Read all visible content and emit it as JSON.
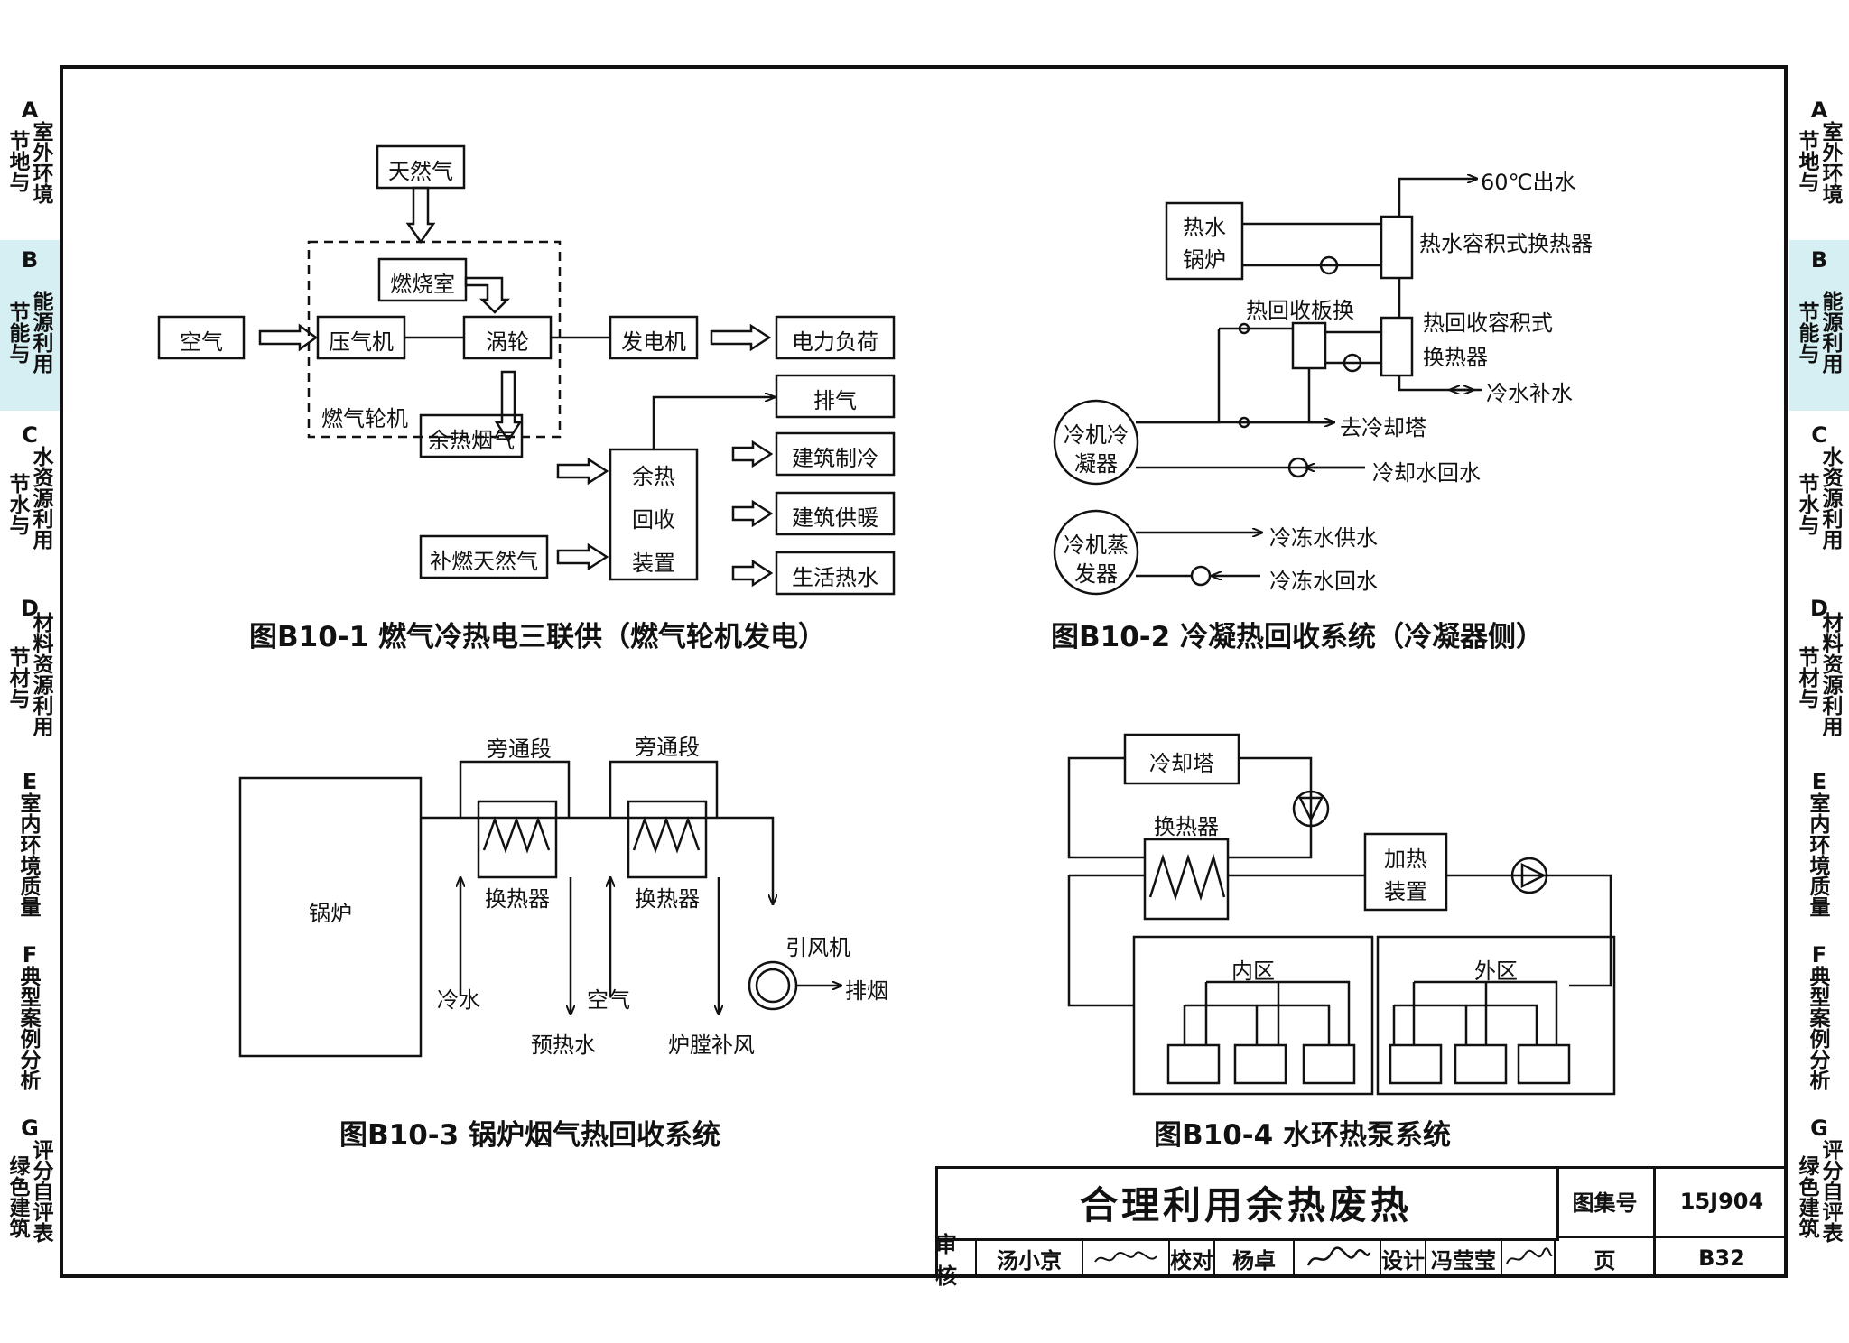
{
  "side_tabs": [
    {
      "letter": "A",
      "col1": "节地与",
      "col2": "室外环境",
      "active": false
    },
    {
      "letter": "B",
      "col1": "节能与",
      "col2": "能源利用",
      "active": true
    },
    {
      "letter": "C",
      "col1": "节水与",
      "col2": "水资源利用",
      "active": false
    },
    {
      "letter": "D",
      "col1": "节材与",
      "col2": "材料资源利用",
      "active": false
    },
    {
      "letter": "E",
      "col1": "",
      "col2": "室内环境质量",
      "active": false
    },
    {
      "letter": "F",
      "col1": "",
      "col2": "典型案例分析",
      "active": false
    },
    {
      "letter": "G",
      "col1": "绿色建筑",
      "col2": "评分自评表",
      "active": false
    }
  ],
  "fig1": {
    "caption": "图B10-1 燃气冷热电三联供（燃气轮机发电）",
    "natural_gas": "天然气",
    "combustion": "燃烧室",
    "air": "空气",
    "compressor": "压气机",
    "turbine": "涡轮",
    "generator": "发电机",
    "power_load": "电力负荷",
    "gas_turbine": "燃气轮机",
    "exhaust": "排气",
    "waste_heat_flue": "余热烟气",
    "supp_gas": "补燃天然气",
    "recovery_1": "余热",
    "recovery_2": "回收",
    "recovery_3": "装置",
    "cooling": "建筑制冷",
    "heating": "建筑供暖",
    "hot_water": "生活热水"
  },
  "fig2": {
    "caption": "图B10-2 冷凝热回收系统（冷凝器侧）",
    "boiler_1": "热水",
    "boiler_2": "锅炉",
    "out_60": "60℃出水",
    "hx_vol": "热水容积式换热器",
    "plate_hx": "热回收板换",
    "recov_vol_1": "热回收容积式",
    "recov_vol_2": "换热器",
    "cold_makeup": "冷水补水",
    "to_tower": "去冷却塔",
    "cw_return": "冷却水回水",
    "cond_1": "冷机冷",
    "cond_2": "凝器",
    "evap_1": "冷机蒸",
    "evap_2": "发器",
    "chw_supply": "冷冻水供水",
    "chw_return": "冷冻水回水"
  },
  "fig3": {
    "caption": "图B10-3 锅炉烟气热回收系统",
    "boiler": "锅炉",
    "bypass1": "旁通段",
    "bypass2": "旁通段",
    "hx1": "换热器",
    "hx2": "换热器",
    "cold_water": "冷水",
    "preheat": "预热水",
    "air": "空气",
    "furnace_air": "炉膛补风",
    "fan": "引风机",
    "smoke": "排烟"
  },
  "fig4": {
    "caption": "图B10-4 水环热泵系统",
    "tower": "冷却塔",
    "hx": "换热器",
    "heater_1": "加热",
    "heater_2": "装置",
    "inner": "内区",
    "outer": "外区"
  },
  "title_block": {
    "title": "合理利用余热废热",
    "atlas_label": "图集号",
    "atlas_no": "15J904",
    "review": "审核",
    "reviewer": "汤小京",
    "check": "校对",
    "checker": "杨卓",
    "design": "设计",
    "designer": "冯莹莹",
    "page_label": "页",
    "page_no": "B32"
  }
}
